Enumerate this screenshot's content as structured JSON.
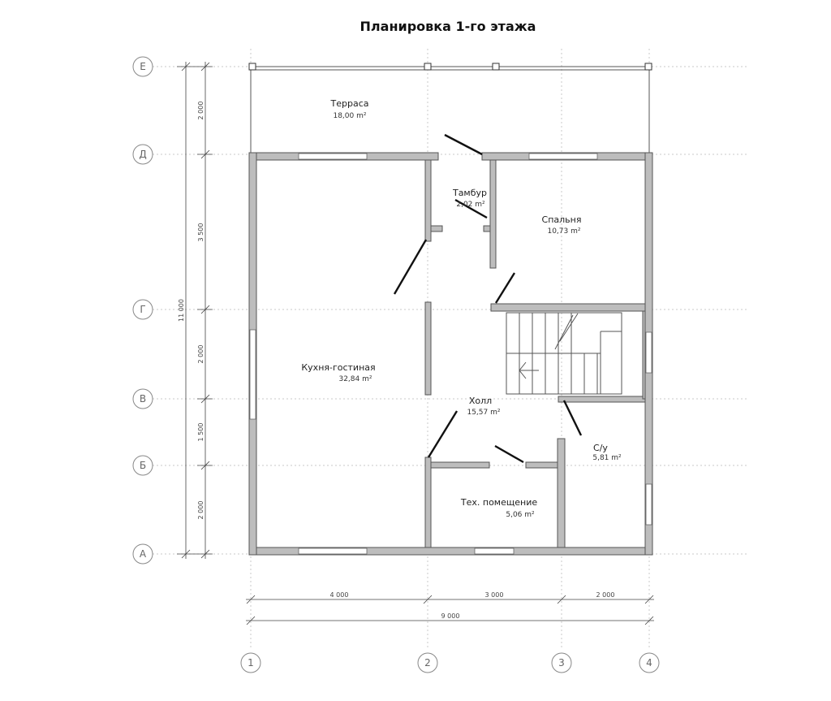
{
  "title": "Планировка 1-го этажа",
  "row_axes": [
    "Е",
    "Д",
    "Г",
    "В",
    "Б",
    "А"
  ],
  "column_axes": [
    "1",
    "2",
    "3",
    "4"
  ],
  "vertical_dimensions": {
    "segments": [
      "2 000",
      "3 500",
      "2 000",
      "1 500",
      "2 000"
    ],
    "total": "11 000"
  },
  "horizontal_dimensions": {
    "segments": [
      "4 000",
      "3 000",
      "2 000"
    ],
    "total": "9 000"
  },
  "rooms": [
    {
      "name": "Терраса",
      "area": "18,00 m²"
    },
    {
      "name": "Тамбур",
      "area": "2,02 m²"
    },
    {
      "name": "Спальня",
      "area": "10,73 m²"
    },
    {
      "name": "Кухня-гостиная",
      "area": "32,84 m²"
    },
    {
      "name": "Холл",
      "area": "15,57 m²"
    },
    {
      "name": "С/у",
      "area": "5,81 m²"
    },
    {
      "name": "Тех. помещение",
      "area": "5,06 m²"
    }
  ]
}
